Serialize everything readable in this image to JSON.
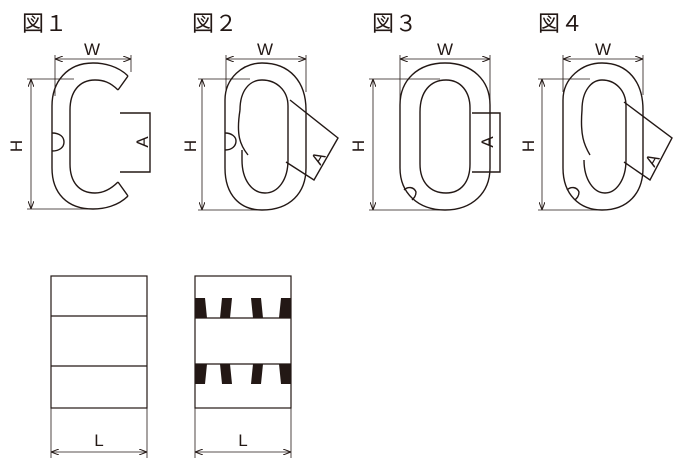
{
  "figures": [
    {
      "title": "図１",
      "width_label": "W",
      "height_label": "H",
      "opening_label": "A"
    },
    {
      "title": "図２",
      "width_label": "W",
      "height_label": "H",
      "opening_label": "A"
    },
    {
      "title": "図３",
      "width_label": "W",
      "height_label": "H",
      "opening_label": "A"
    },
    {
      "title": "図４",
      "width_label": "W",
      "height_label": "H",
      "opening_label": "A"
    }
  ],
  "side_views": [
    {
      "length_label": "L"
    },
    {
      "length_label": "L"
    }
  ],
  "colors": {
    "line": "#231815",
    "background": "#ffffff"
  }
}
